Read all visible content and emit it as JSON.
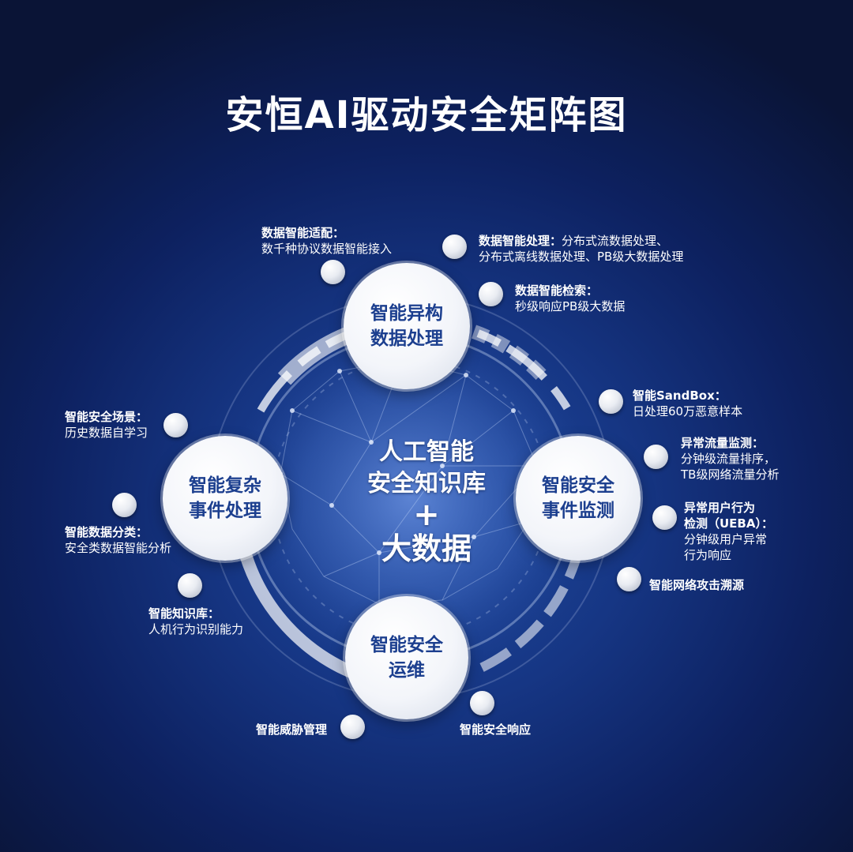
{
  "title": "安恒AI驱动安全矩阵图",
  "center": {
    "line1": "人工智能",
    "line2": "安全知识库",
    "plus": "+",
    "line3": "大数据"
  },
  "nodes": {
    "top": [
      "智能异构",
      "数据处理"
    ],
    "left": [
      "智能复杂",
      "事件处理"
    ],
    "right": [
      "智能安全",
      "事件监测"
    ],
    "bottom": [
      "智能安全",
      "运维"
    ]
  },
  "annotations": {
    "adaptation": {
      "title": "数据智能适配：",
      "line1": "数千种协议数据智能接入"
    },
    "processing": {
      "title": "数据智能处理：",
      "line1": "分布式流数据处理、",
      "line2": "分布式离线数据处理、PB级大数据处理"
    },
    "retrieval": {
      "title": "数据智能检索：",
      "line1": "秒级响应PB级大数据"
    },
    "sandbox": {
      "title": "智能SandBox：",
      "line1": "日处理60万恶意样本"
    },
    "traffic": {
      "title": "异常流量监测：",
      "line1": "分钟级流量排序，",
      "line2": "TB级网络流量分析"
    },
    "ueba": {
      "title1": "异常用户行为",
      "title2": "检测（UEBA）：",
      "line1": "分钟级用户异常",
      "line2": "行为响应"
    },
    "tracing": {
      "title": "智能网络攻击溯源"
    },
    "scenarios": {
      "title": "智能安全场景：",
      "line1": "历史数据自学习"
    },
    "classification": {
      "title": "智能数据分类：",
      "line1": "安全类数据智能分析"
    },
    "knowledge": {
      "title": "智能知识库：",
      "line1": "人机行为识别能力"
    },
    "threat": {
      "title": "智能威胁管理"
    },
    "response": {
      "title": "智能安全响应"
    }
  }
}
